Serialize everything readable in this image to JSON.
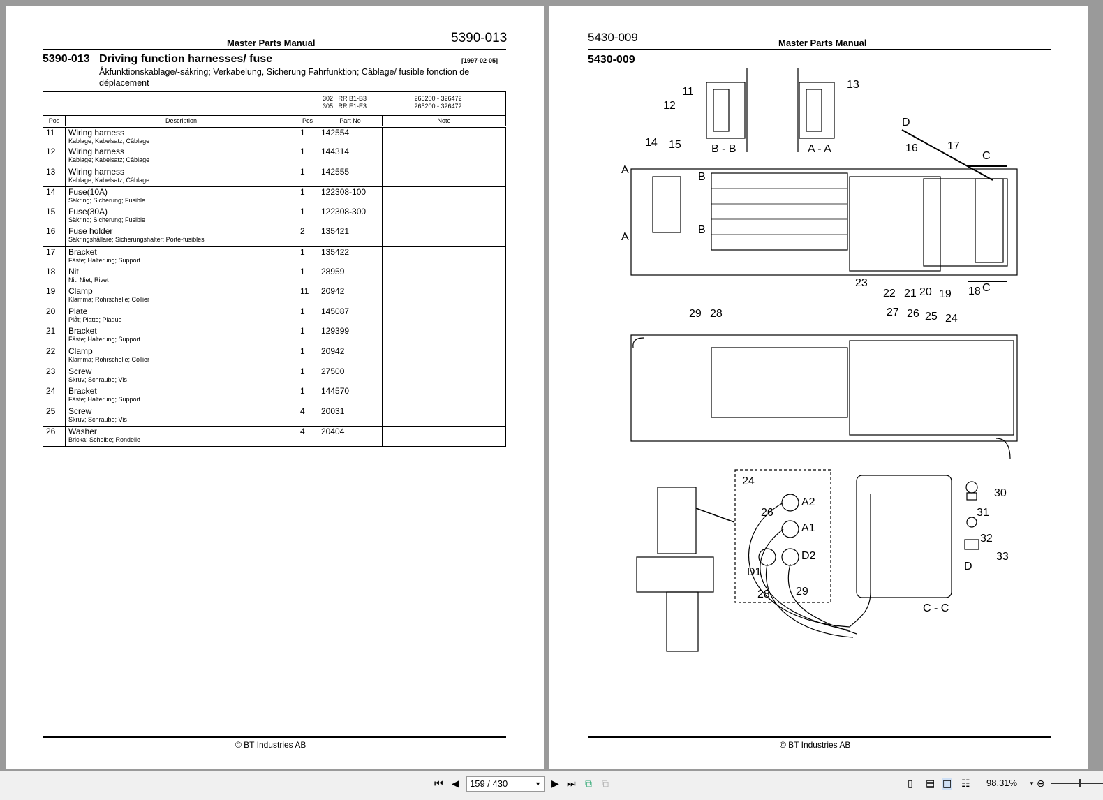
{
  "left_page": {
    "header": "Master Parts Manual",
    "code_right": "5390-013",
    "section_code": "5390-013",
    "section_title": "Driving function harnesses/ fuse",
    "date": "[1997-02-05]",
    "subtitle": "Åkfunktionskablage/-säkring; Verkabelung, Sicherung Fahrfunktion; Câblage/ fusible fonction de déplacement",
    "models": [
      {
        "code": "302",
        "name": "RR B1-B3",
        "serial": "265200 - 326472"
      },
      {
        "code": "305",
        "name": "RR E1-E3",
        "serial": "265200 - 326472"
      }
    ],
    "columns": [
      "Pos",
      "Description",
      "Pcs",
      "Part No",
      "Note"
    ],
    "groups": [
      [
        {
          "pos": "11",
          "desc": "Wiring harness",
          "trans": "Kablage; Kabelsatz; Câblage",
          "pcs": "1",
          "part": "142554"
        },
        {
          "pos": "12",
          "desc": "Wiring harness",
          "trans": "Kablage; Kabelsatz; Câblage",
          "pcs": "1",
          "part": "144314"
        },
        {
          "pos": "13",
          "desc": "Wiring harness",
          "trans": "Kablage; Kabelsatz; Câblage",
          "pcs": "1",
          "part": "142555"
        }
      ],
      [
        {
          "pos": "14",
          "desc": "Fuse(10A)",
          "trans": "Säkring; Sicherung; Fusible",
          "pcs": "1",
          "part": "122308-100"
        },
        {
          "pos": "15",
          "desc": "Fuse(30A)",
          "trans": "Säkring; Sicherung; Fusible",
          "pcs": "1",
          "part": "122308-300"
        },
        {
          "pos": "16",
          "desc": "Fuse holder",
          "trans": "Säkringshållare; Sicherungshalter; Porte-fusibles",
          "pcs": "2",
          "part": "135421"
        }
      ],
      [
        {
          "pos": "17",
          "desc": "Bracket",
          "trans": "Fäste; Halterung; Support",
          "pcs": "1",
          "part": "135422"
        },
        {
          "pos": "18",
          "desc": "Nit",
          "trans": "Nit; Niet; Rivet",
          "pcs": "1",
          "part": "28959"
        },
        {
          "pos": "19",
          "desc": "Clamp",
          "trans": "Klamma; Rohrschelle; Collier",
          "pcs": "11",
          "part": "20942"
        }
      ],
      [
        {
          "pos": "20",
          "desc": "Plate",
          "trans": "Plåt; Platte; Plaque",
          "pcs": "1",
          "part": "145087"
        },
        {
          "pos": "21",
          "desc": "Bracket",
          "trans": "Fäste; Halterung; Support",
          "pcs": "1",
          "part": "129399"
        },
        {
          "pos": "22",
          "desc": "Clamp",
          "trans": "Klamma; Rohrschelle; Collier",
          "pcs": "1",
          "part": "20942"
        }
      ],
      [
        {
          "pos": "23",
          "desc": "Screw",
          "trans": "Skruv; Schraube; Vis",
          "pcs": "1",
          "part": "27500"
        },
        {
          "pos": "24",
          "desc": "Bracket",
          "trans": "Fäste; Halterung; Support",
          "pcs": "1",
          "part": "144570"
        },
        {
          "pos": "25",
          "desc": "Screw",
          "trans": "Skruv; Schraube; Vis",
          "pcs": "4",
          "part": "20031"
        }
      ],
      [
        {
          "pos": "26",
          "desc": "Washer",
          "trans": "Bricka; Scheibe; Rondelle",
          "pcs": "4",
          "part": "20404"
        }
      ]
    ],
    "footer": "© BT Industries AB"
  },
  "right_page": {
    "code_left": "5430-009",
    "header": "Master Parts Manual",
    "section_code": "5430-009",
    "callouts": [
      "11",
      "12",
      "13",
      "B - B",
      "A - A",
      "14",
      "15",
      "16",
      "17",
      "D",
      "C",
      "A",
      "A",
      "B",
      "B",
      "C",
      "23",
      "22",
      "21",
      "20",
      "19",
      "18",
      "29",
      "28",
      "27",
      "26",
      "25",
      "24",
      "24",
      "A2",
      "26",
      "A1",
      "D1",
      "D2",
      "28",
      "29",
      "C - C",
      "30",
      "31",
      "32",
      "33",
      "D"
    ],
    "footer": "© BT Industries AB"
  },
  "toolbar": {
    "page": "159 / 430",
    "zoom": "98.31%"
  }
}
